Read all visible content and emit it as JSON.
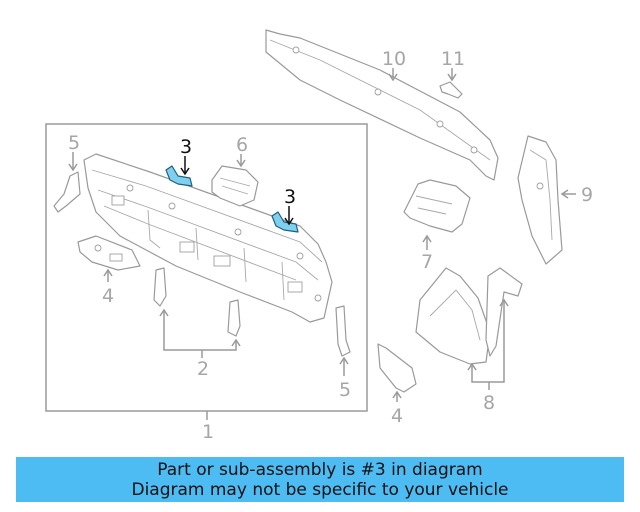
{
  "callouts": {
    "c1": "1",
    "c2": "2",
    "c3a": "3",
    "c3b": "3",
    "c4a": "4",
    "c4b": "4",
    "c5a": "5",
    "c5b": "5",
    "c6": "6",
    "c7": "7",
    "c8": "8",
    "c9": "9",
    "c10": "10",
    "c11": "11"
  },
  "banner": {
    "line1": "Part or sub-assembly is #3 in diagram",
    "line2": "Diagram may not be specific to your vehicle"
  },
  "colors": {
    "banner": "#4dbcf3",
    "highlight_part": "#7fd0ee",
    "line_art": "#9a9a9a"
  }
}
